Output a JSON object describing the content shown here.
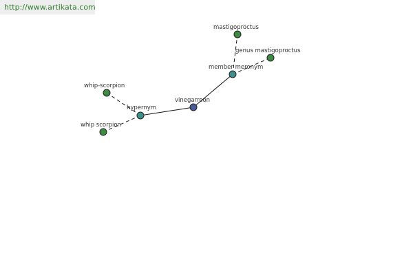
{
  "site_url": "http://www.artikata.com",
  "colors": {
    "center_node": "#4b5a9a",
    "relation_node": "#3f8f8a",
    "leaf_node": "#3f8a45",
    "edge": "#111111"
  },
  "nodes": {
    "center": "vinegarroon",
    "hypernym": "hypernym",
    "member_meronym": "member meronym",
    "whip_scorpion_hyphen": "whip-scorpion",
    "whip_scorpion": "whip scorpion",
    "mastigoproctus": "mastigoproctus",
    "genus_mastigoproctus": "genus mastigoproctus"
  }
}
